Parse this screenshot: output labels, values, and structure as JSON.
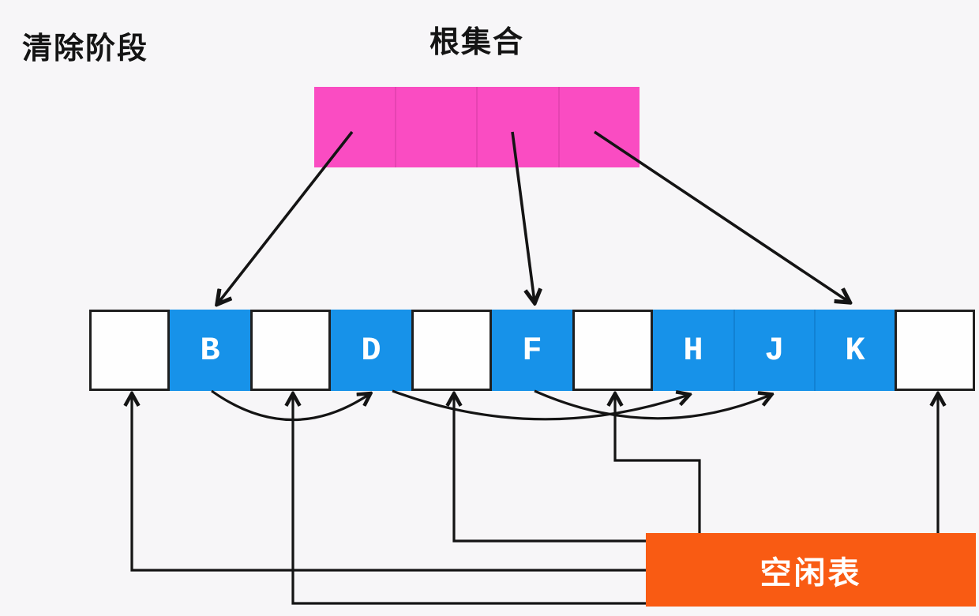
{
  "title": "清除阶段",
  "root_set": {
    "label": "根集合",
    "cell_count": 4,
    "color": "#fa4cc2"
  },
  "heap": {
    "marked_color": "#1792e9",
    "free_color": "#ffffff",
    "cells": [
      {
        "label": "",
        "state": "free"
      },
      {
        "label": "B",
        "state": "marked"
      },
      {
        "label": "",
        "state": "free"
      },
      {
        "label": "D",
        "state": "marked"
      },
      {
        "label": "",
        "state": "free"
      },
      {
        "label": "F",
        "state": "marked"
      },
      {
        "label": "",
        "state": "free"
      },
      {
        "label": "H",
        "state": "marked"
      },
      {
        "label": "J",
        "state": "marked"
      },
      {
        "label": "K",
        "state": "marked"
      },
      {
        "label": "",
        "state": "free"
      }
    ]
  },
  "free_list": {
    "label": "空闲表",
    "color": "#f95b13"
  },
  "colors": {
    "background": "#f7f6f8",
    "line": "#141414",
    "text": "#141414",
    "letter": "#ffffff"
  }
}
